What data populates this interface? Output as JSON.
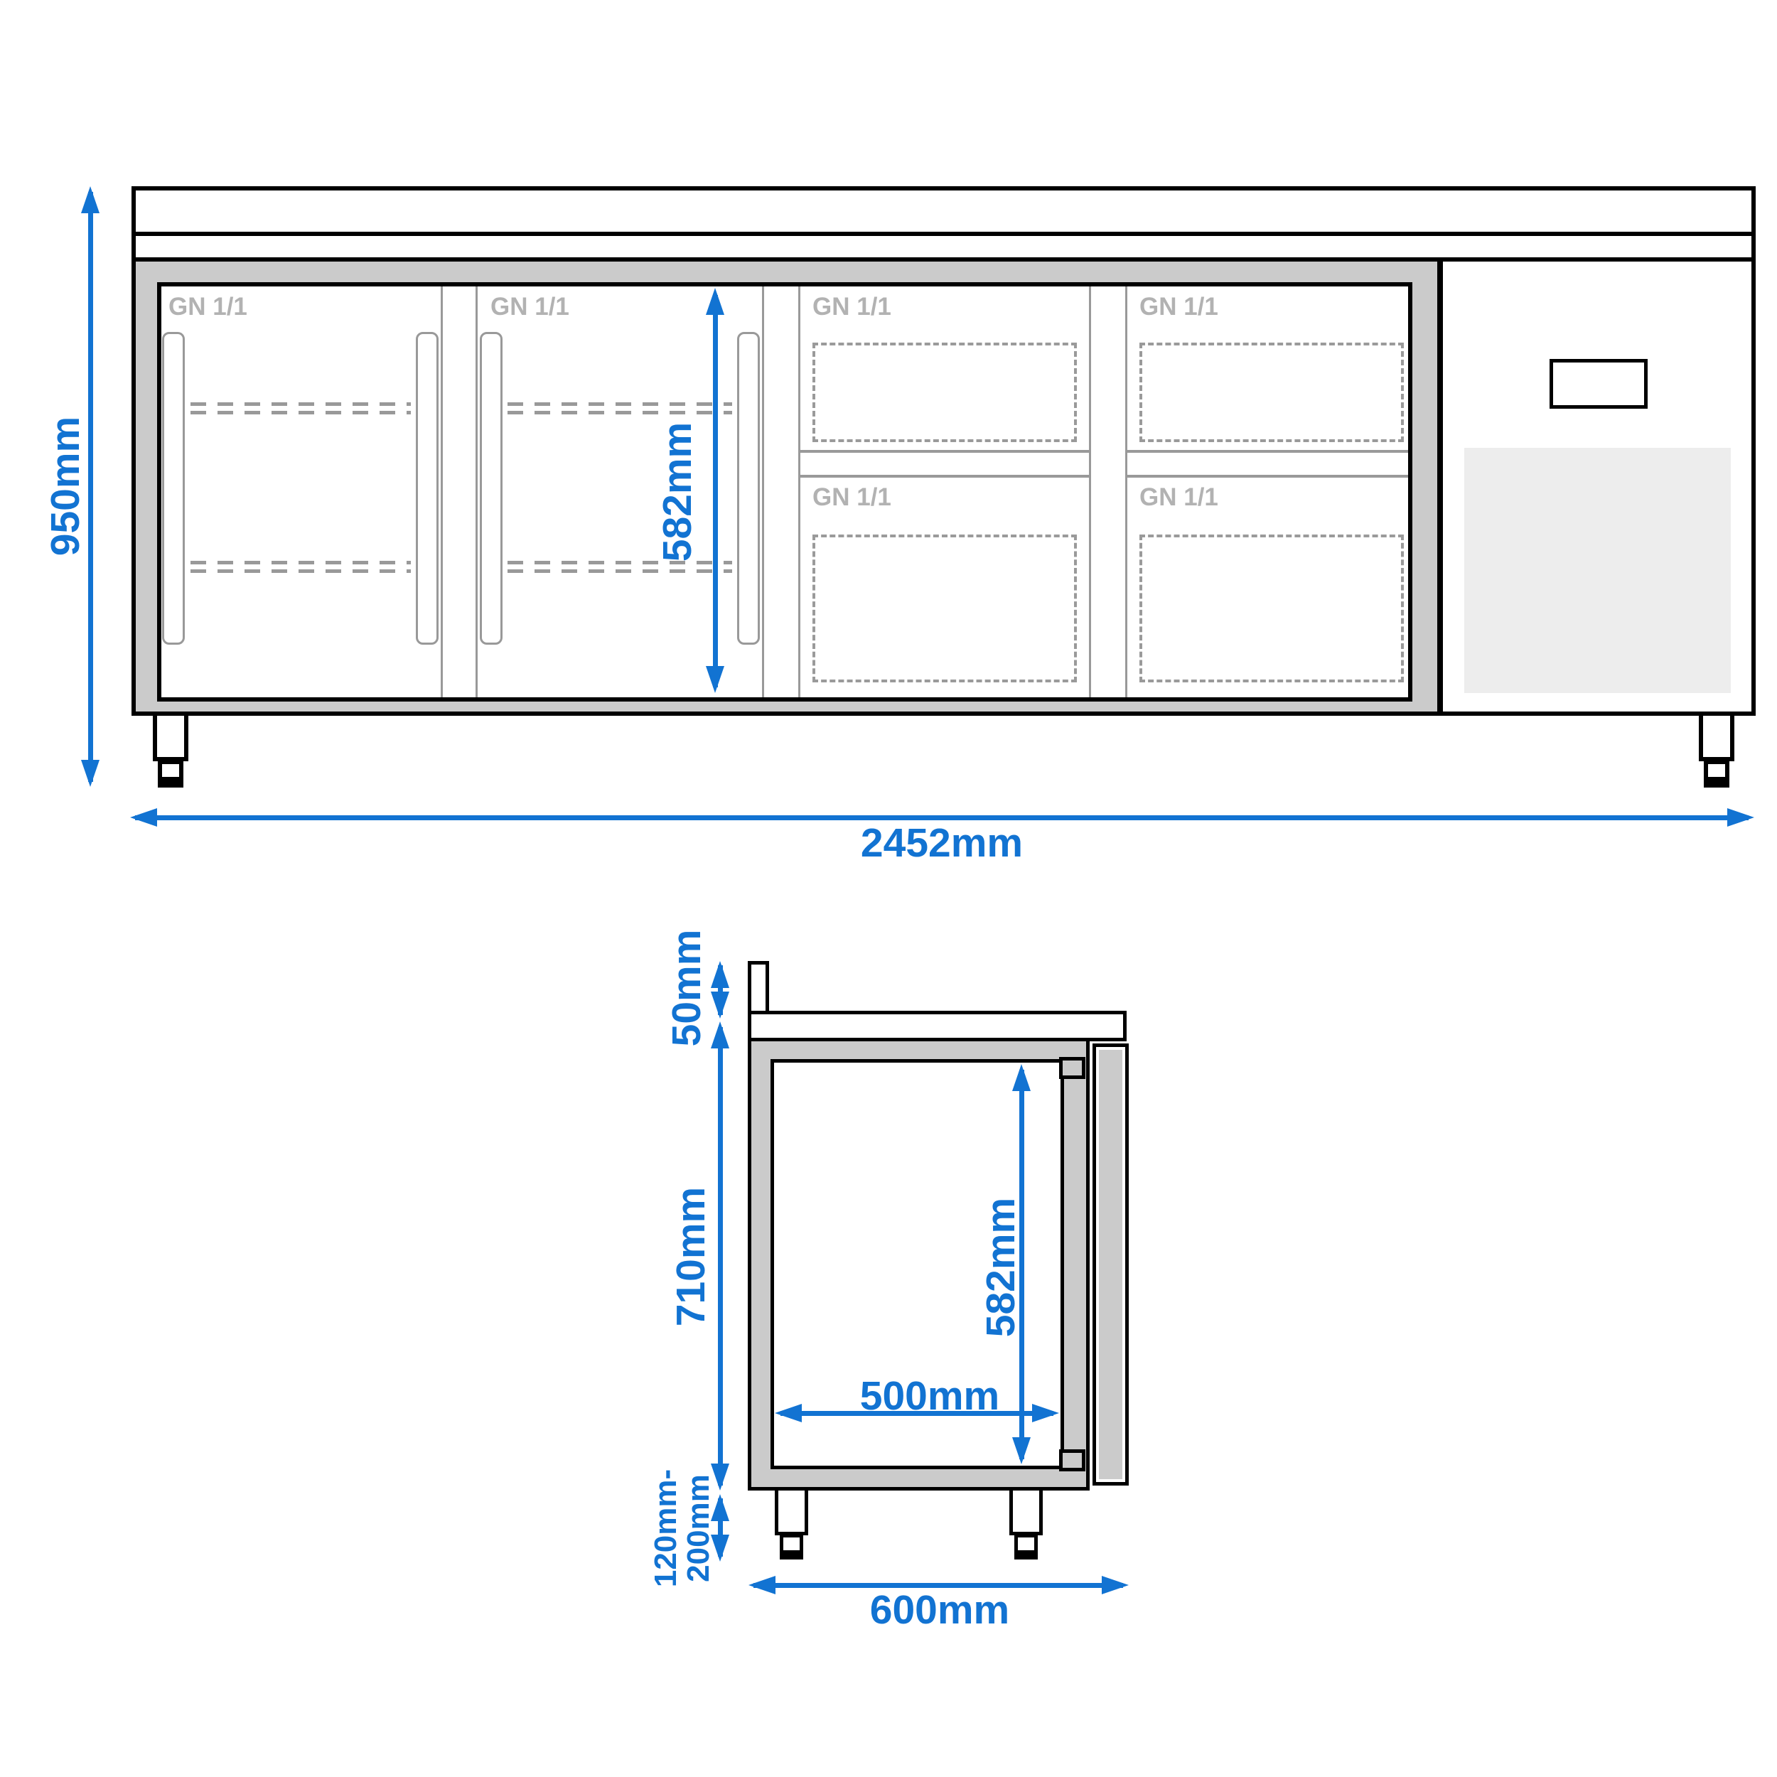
{
  "drawing": {
    "type": "technical-dimension-drawing",
    "subject": "refrigerated counter with 2 doors, 4 drawers and motor compartment",
    "colors": {
      "dimension_accent": "#1273d2",
      "structure_line_gray": "#999999",
      "compartment_label_gray": "#b2b2b2",
      "frame_fill_gray": "#cbcbcb",
      "grille_fill_gray": "#ededed",
      "outline_black": "#000000"
    },
    "front_view": {
      "height_label": "950mm",
      "width_label": "2452mm",
      "interior_height_label": "582mm",
      "gn_labels": [
        "GN 1/1",
        "GN 1/1",
        "GN 1/1",
        "GN 1/1",
        "GN 1/1",
        "GN 1/1"
      ]
    },
    "side_view": {
      "backsplash_height_label": "50mm",
      "body_height_label": "710mm",
      "interior_height_label": "582mm",
      "interior_width_label": "500mm",
      "leg_height_label_line1": "120mm-",
      "leg_height_label_line2": "200mm",
      "depth_label": "600mm"
    }
  }
}
